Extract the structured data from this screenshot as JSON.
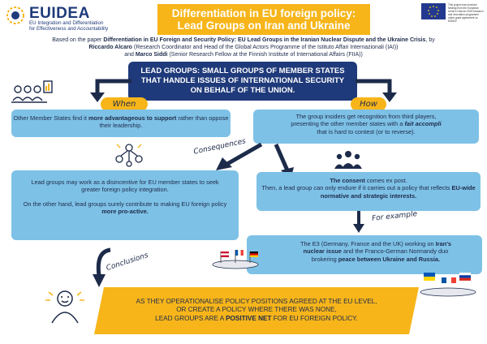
{
  "logo": {
    "word": "EUIDEA",
    "sub_line1": "EU Integration and Differentiation",
    "sub_line2": "for Effectiveness and Accountability"
  },
  "title": {
    "line1": "Differentiation in EU foreign policy:",
    "line2": "Lead Groups on Iran and Ukraine"
  },
  "funding_note": "This project has received funding from the European Union's Horizon 2020 research and innovation programme under grant agreement № 822622",
  "subtitle": {
    "prefix": "Based on the paper ",
    "paper": "Differentiation in EU Foreign and Security Policy: EU Lead Groups in the Iranian Nuclear Dispute and the Ukraine Crisis",
    "by": ", by ",
    "author1": "Riccardo Alcaro",
    "author1_role": " (Research Coordinator and Head of the Global Actors Programme of the Istituto Affari Internazionali (IAI))",
    "and": "and ",
    "author2": "Marco Siddi",
    "author2_role": " (Senior Research Fellow at the Finnish Institute of International Affairs (FIIA))"
  },
  "lead": {
    "line1": "LEAD GROUPS: SMALL GROUPS OF MEMBER STATES",
    "line2": "THAT HANDLE ISSUES OF INTERNATIONAL SECURITY",
    "line3": "ON BEHALF OF THE UNION."
  },
  "when": {
    "label": "When",
    "pre": "Other Member States find it ",
    "bold": "more advantageous to support",
    "post": " rather than oppose their leadership."
  },
  "how": {
    "label": "How",
    "line1": "The group insiders get recognition from third players,",
    "line2_pre": "presenting the other member states with a ",
    "line2_bold": "fait accompli",
    "line3": "that is hard to contest (or to reverse)."
  },
  "consequences": {
    "label": "Consequences",
    "left_p1": "Lead groups may work as a disincentive for EU member states to seek greater foreign policy integration.",
    "left_p2_pre": "On the other hand, lead groups surely contribute to making EU foreign policy ",
    "left_p2_bold": "more pro-active.",
    "right_bold1": "The consent",
    "right_text1": " comes ex post.",
    "right_text2": "Then, a lead group can only endure if it carries out a policy that reflects ",
    "right_bold2": "EU-wide normative and strategic interests."
  },
  "example": {
    "label": "For example",
    "pre": "The E3 (Germany, France and the UK) working on ",
    "bold1": "Iran's nuclear issue",
    "mid": " and the Franco-German Normandy duo brokering ",
    "bold2": "peace between Ukraine and Russia."
  },
  "conclusions": {
    "label": "Conclusions",
    "line1": "AS THEY OPERATIONALISE POLICY POSITIONS AGREED AT THE EU LEVEL,",
    "line2": "OR CREATE A POLICY WHERE THERE WAS NONE,",
    "line3_pre": "LEAD GROUPS ARE A ",
    "line3_bold": "POSITIVE NET",
    "line3_post": " FOR EU FOREIGN POLICY."
  },
  "colors": {
    "navy": "#1f3a7a",
    "yellow": "#f7b51a",
    "light_blue": "#7ec1e6"
  },
  "icons": [
    "meeting-icon",
    "people-network-icon",
    "group-icon",
    "person-icon",
    "flags-table-icon",
    "flag-handshake-icon"
  ]
}
